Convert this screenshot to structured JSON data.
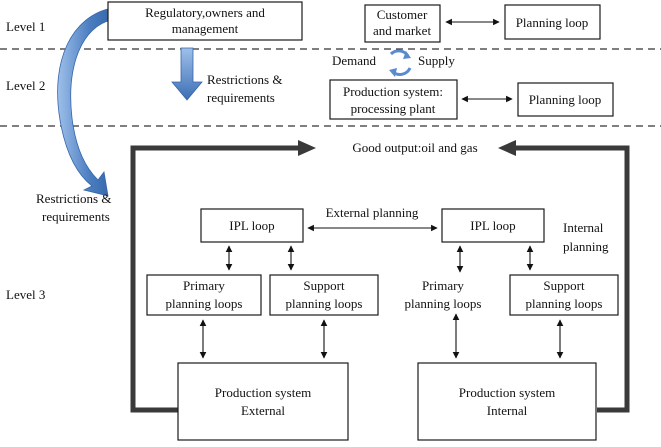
{
  "levels": [
    "Level 1",
    "Level 2",
    "Level 3"
  ],
  "level1": {
    "regulatory": [
      "Regulatory,owners and",
      "management"
    ],
    "customer": [
      "Customer",
      "and market"
    ],
    "planning_loop": "Planning loop"
  },
  "level2": {
    "restrictions": [
      "Restrictions &",
      "requirements"
    ],
    "demand": "Demand",
    "supply": "Supply",
    "production": [
      "Production system:",
      "processing plant"
    ],
    "planning_loop": "Planning loop"
  },
  "level3": {
    "good_output": "Good output:oil and gas",
    "restrictions": [
      "Restrictions &",
      "requirements"
    ],
    "ipl_left": "IPL loop",
    "ipl_right": "IPL loop",
    "external_planning": "External planning",
    "internal_planning": [
      "Internal",
      "planning"
    ],
    "primary_left": [
      "Primary",
      "planning loops"
    ],
    "support_left": [
      "Support",
      "planning loops"
    ],
    "primary_right": [
      "Primary",
      "planning loops"
    ],
    "support_right": [
      "Support",
      "planning loops"
    ],
    "prod_external": [
      "Production system",
      "External"
    ],
    "prod_internal": [
      "Production system",
      "Internal"
    ]
  },
  "colors": {
    "blue_arrow": "#4a7cc0",
    "blue_light": "#9ec0ea",
    "line": "#3a3a3a"
  }
}
